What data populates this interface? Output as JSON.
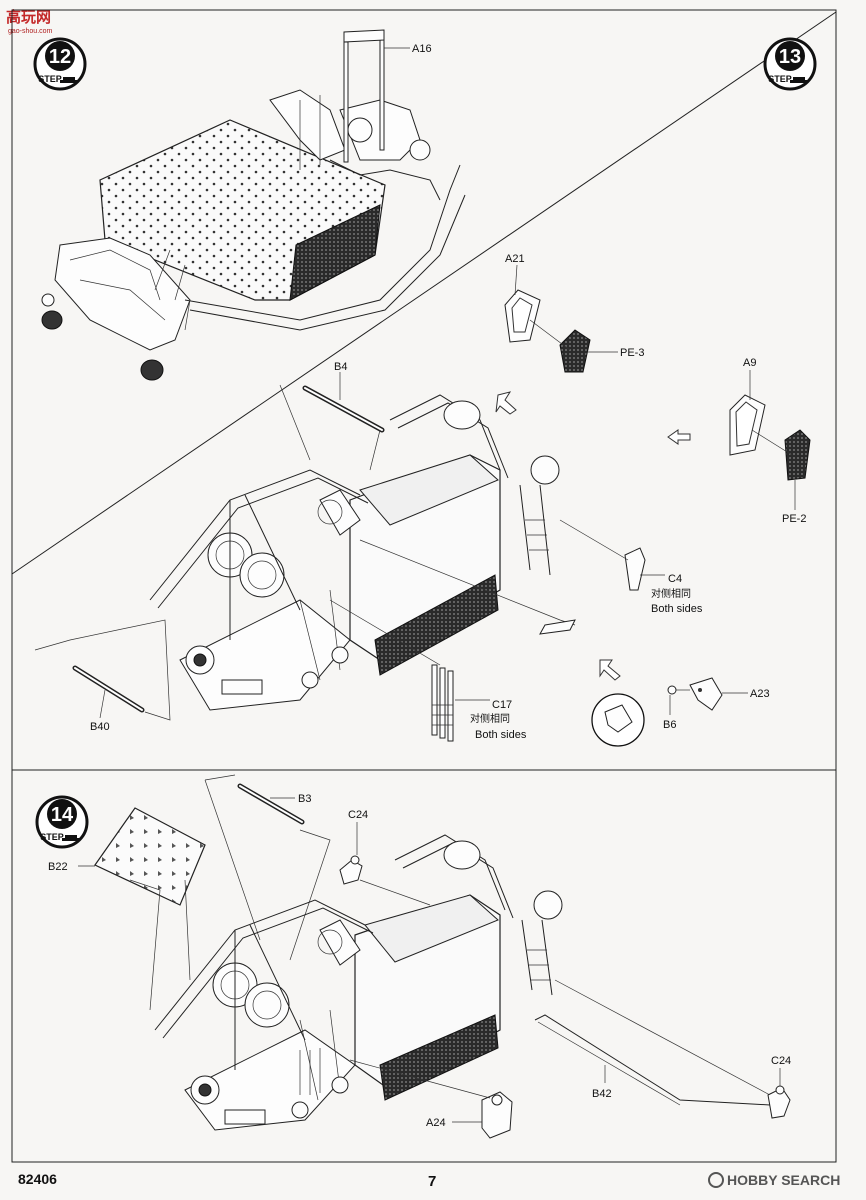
{
  "watermark_top": {
    "site_cn": "高玩网",
    "site_url": "gao-shou.com"
  },
  "watermark_bottom": {
    "brand": "HOBBY SEARCH"
  },
  "footer": {
    "kit_code": "82406",
    "page_number": "7"
  },
  "step_word": "STEP",
  "steps": [
    {
      "number": "12",
      "labels": {
        "a16": "A16"
      }
    },
    {
      "number": "13",
      "labels": {
        "a21": "A21",
        "pe3": "PE-3",
        "a9": "A9",
        "pe2": "PE-2",
        "b4": "B4",
        "c4": "C4",
        "c4_cn": "对侧相同",
        "c4_en": "Both sides",
        "a23": "A23",
        "b6": "B6",
        "b40": "B40",
        "c17": "C17",
        "c17_cn": "对侧相同",
        "c17_en": "Both sides"
      }
    },
    {
      "number": "14",
      "labels": {
        "b3": "B3",
        "c24_top": "C24",
        "b22": "B22",
        "b42": "B42",
        "c24_right": "C24",
        "a24": "A24"
      }
    }
  ]
}
